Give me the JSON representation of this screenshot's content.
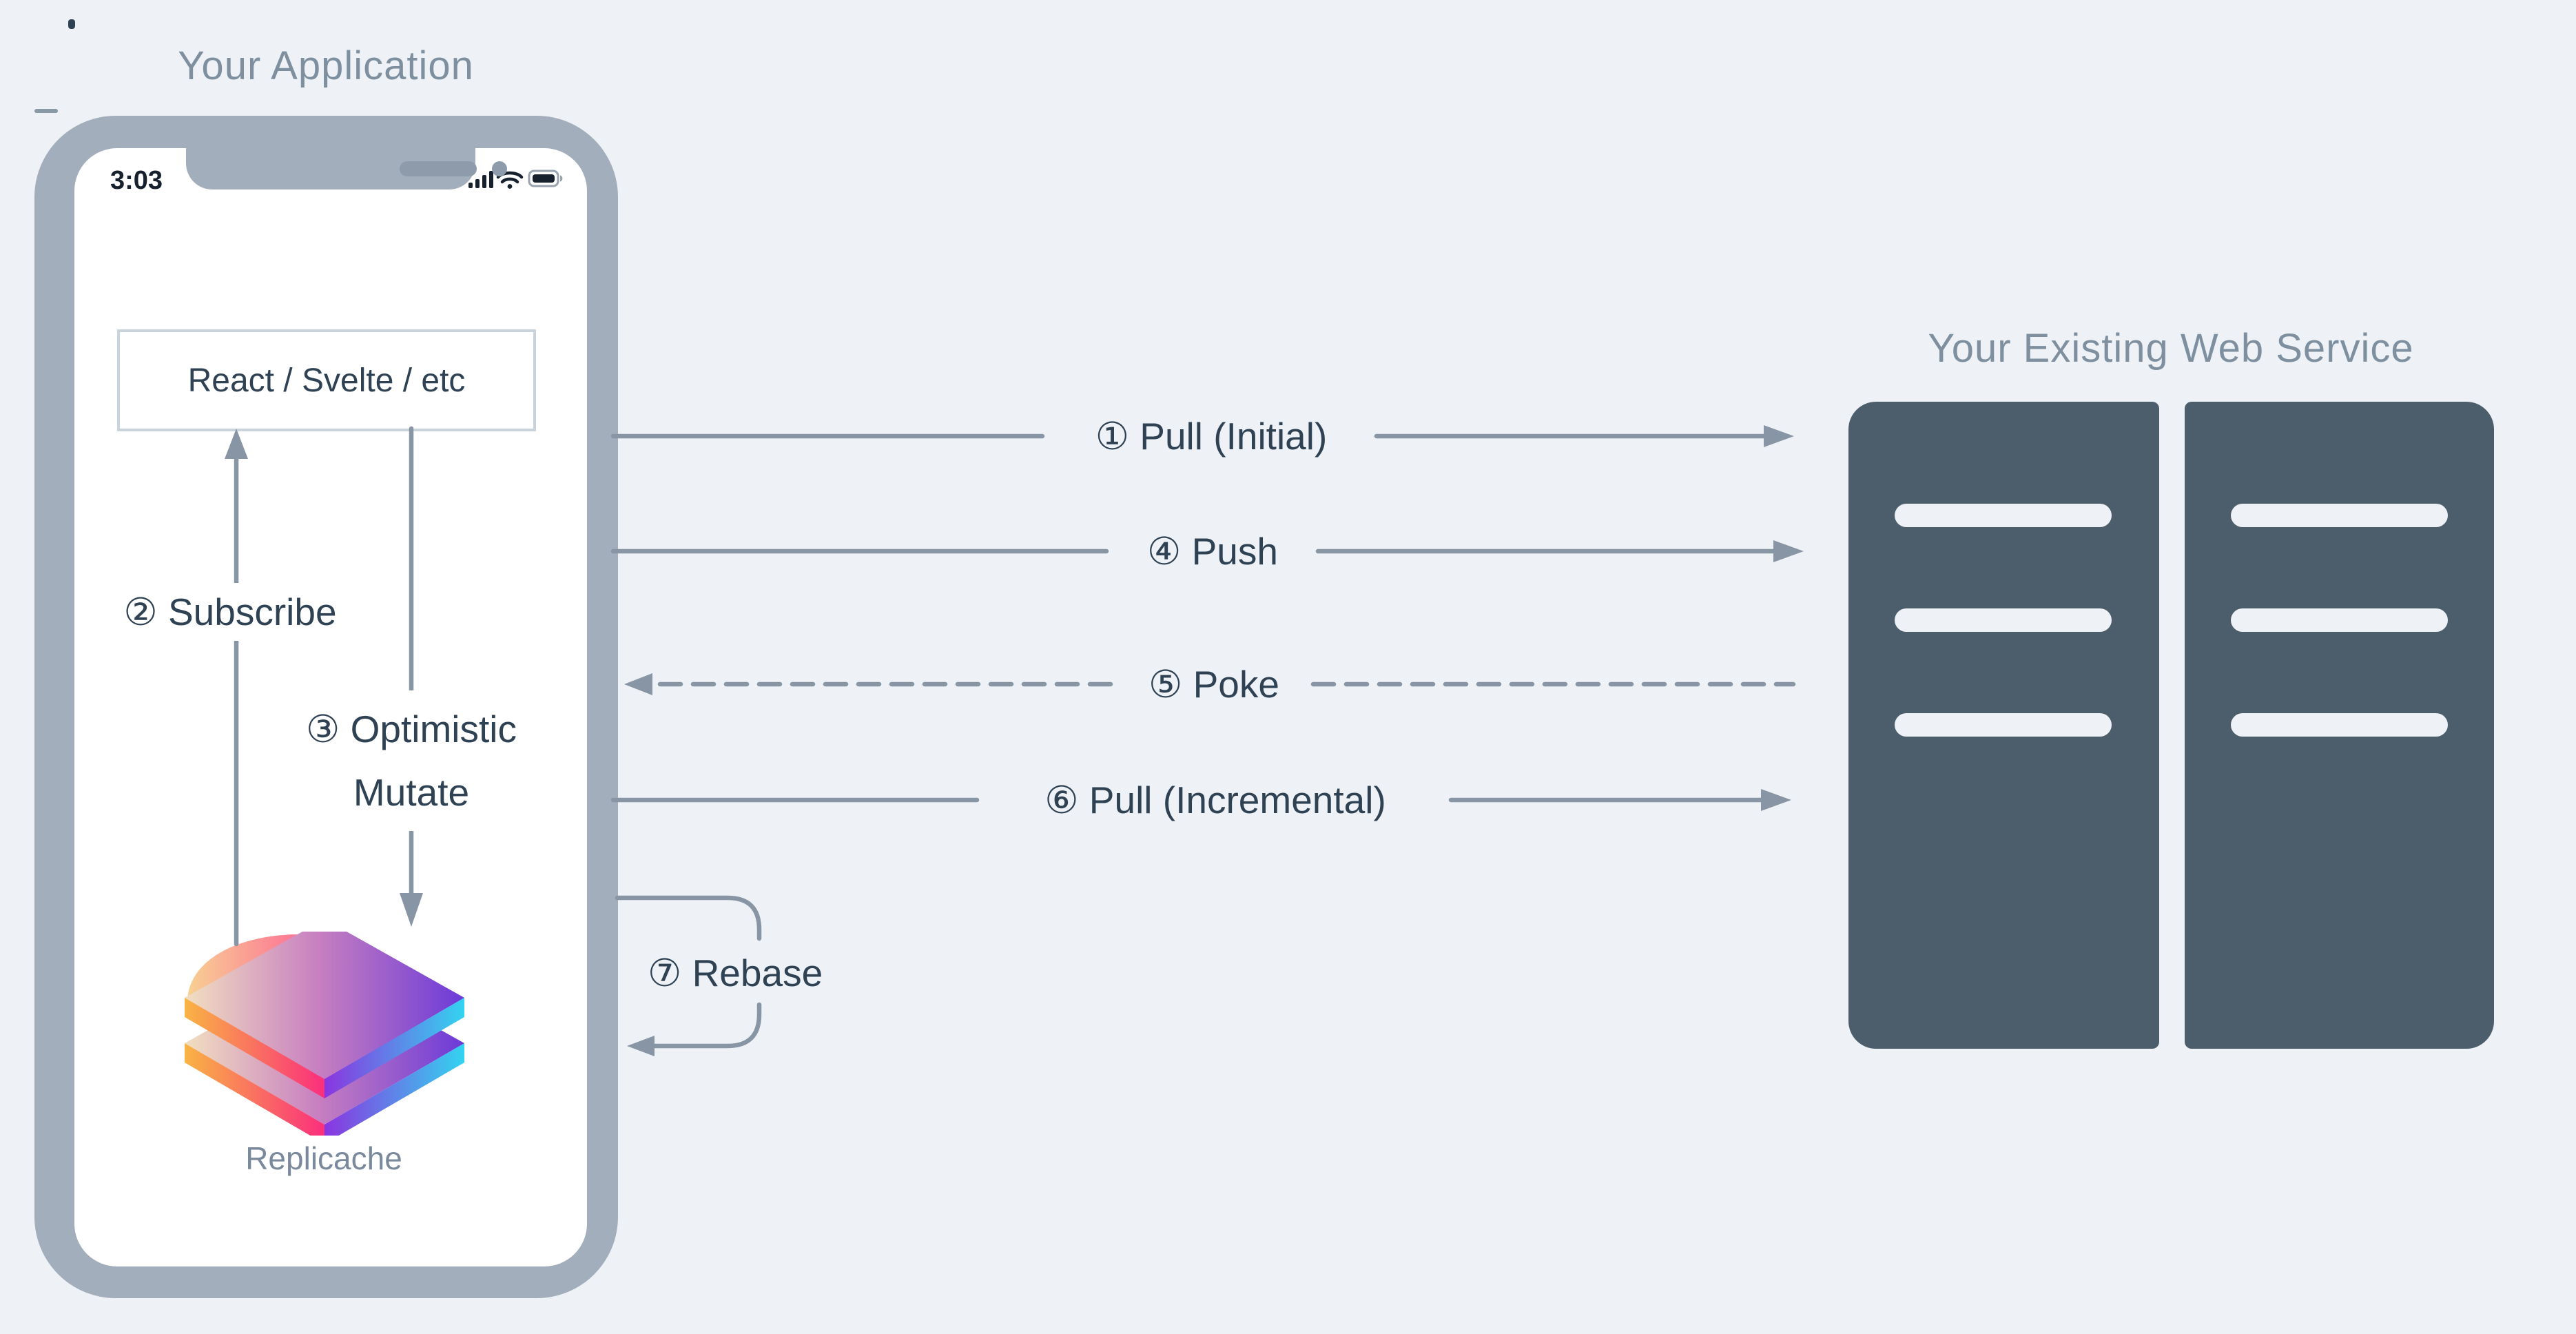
{
  "titles": {
    "application": "Your Application",
    "web_service": "Your Existing Web Service"
  },
  "phone": {
    "time": "3:03",
    "framework_box": "React / Svelte / etc",
    "logo_caption": "Replicache"
  },
  "flows": {
    "subscribe": "② Subscribe",
    "optimistic_line1": "③ Optimistic",
    "optimistic_line2": "Mutate",
    "pull_initial": "① Pull (Initial)",
    "push": "④ Push",
    "poke": "⑤ Poke",
    "pull_incremental": "⑥ Pull (Incremental)",
    "rebase": "⑦ Rebase"
  },
  "colors": {
    "background": "#EEF2F6",
    "phone_frame": "#A2AEBB",
    "server_body": "#4C5D6C",
    "arrow_gray": "#8795A4",
    "label_text": "#2F4254",
    "title_text": "#7E909F",
    "logo_orange": "#F6A93C",
    "logo_pink": "#FB2F7D",
    "logo_purple": "#6B3AD8",
    "logo_cyan": "#33D4F0"
  },
  "icons": {
    "status": [
      "signal-icon",
      "wifi-icon",
      "battery-icon"
    ]
  }
}
